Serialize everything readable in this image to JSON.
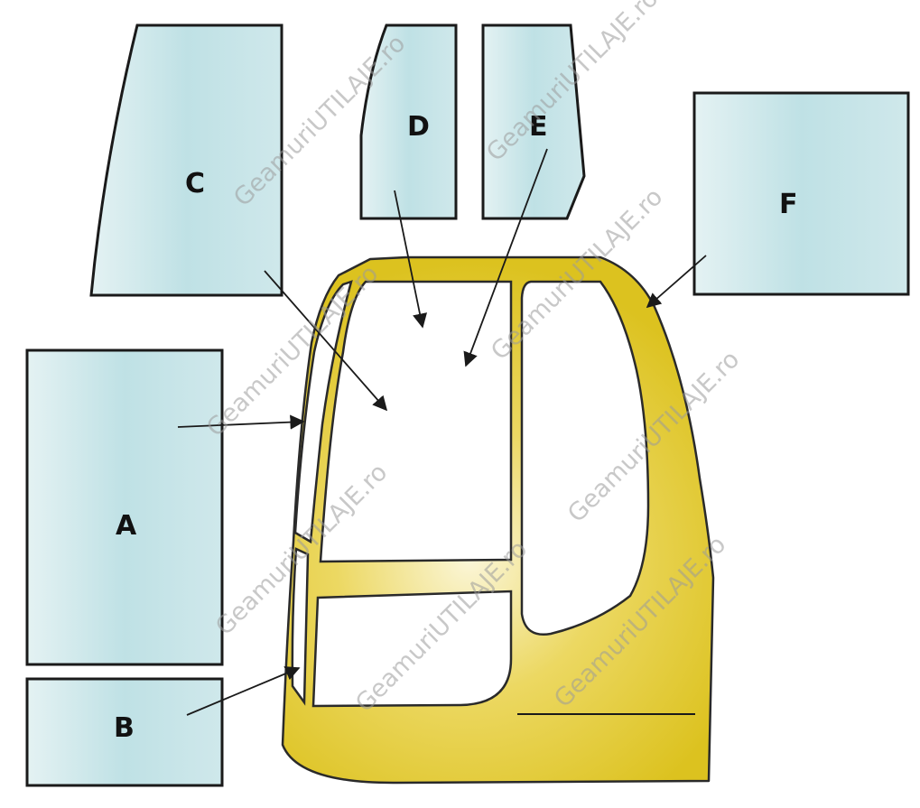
{
  "panels": {
    "a": {
      "label": "A"
    },
    "b": {
      "label": "B"
    },
    "c": {
      "label": "C"
    },
    "d": {
      "label": "D"
    },
    "e": {
      "label": "E"
    },
    "f": {
      "label": "F"
    }
  },
  "watermark": {
    "text": "GeamuriUTILAJE.ro"
  },
  "colors": {
    "glass_edge": "#d8ecef",
    "glass_center": "#bfe1e5",
    "glass_stroke": "#1a1a1a",
    "cab_light": "#fbf5d2",
    "cab_dark": "#ddc31f",
    "cab_stroke": "#2a2a2a",
    "arrow": "#1a1a1a"
  }
}
